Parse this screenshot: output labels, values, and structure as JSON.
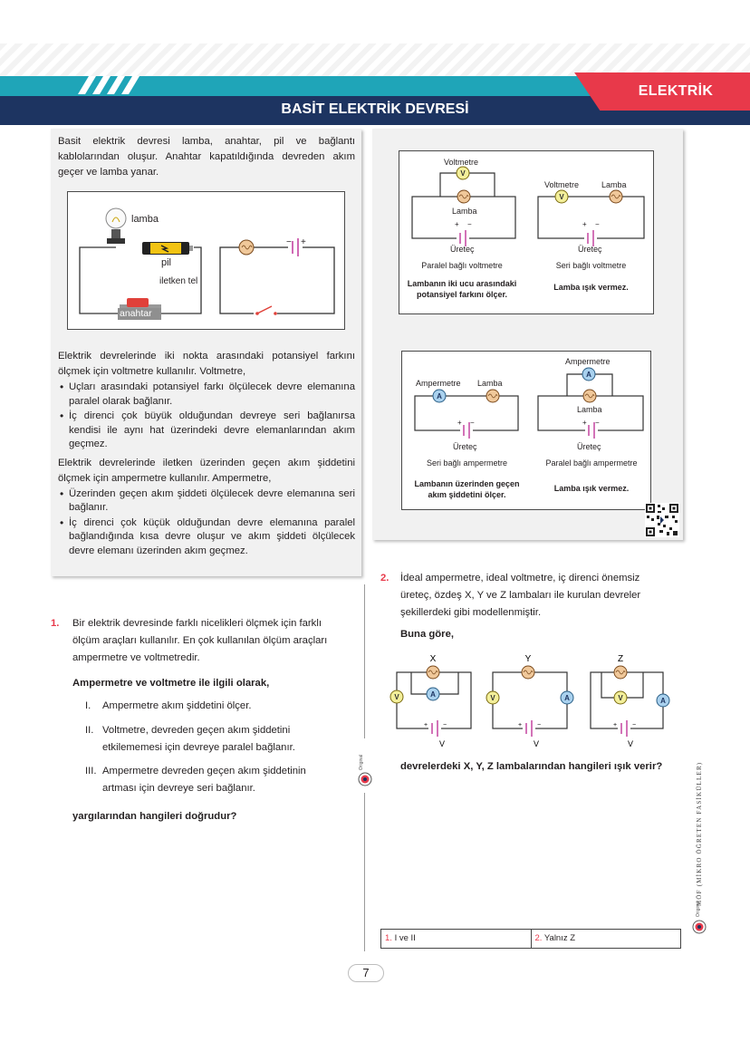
{
  "header": {
    "subject": "ELEKTRİK",
    "title": "BASİT ELEKTRİK DEVRESİ"
  },
  "intro": "Basit elektrik devresi lamba, anahtar, pil ve bağlantı kablolarından oluşur. Anahtar kapatıldığında devreden akım geçer ve lamba yanar.",
  "fig1": {
    "lamba": "lamba",
    "pil": "pil",
    "iletken": "iletken tel",
    "anahtar": "anahtar"
  },
  "voltmeter_text": {
    "intro": "Elektrik devrelerinde iki nokta arasındaki potansiyel farkını ölçmek için voltmetre kullanılır. Voltmetre,",
    "items": [
      "Uçları arasındaki potansiyel farkı ölçülecek devre elemanına paralel olarak bağlanır.",
      "İç direnci çok büyük olduğundan devreye seri bağlanırsa kendisi ile aynı hat üzerindeki devre elemanlarından akım geçmez."
    ]
  },
  "ammeter_text": {
    "intro": "Elektrik devrelerinde iletken üzerinden geçen akım şiddetini ölçmek için ampermetre kullanılır. Ampermetre,",
    "items": [
      "Üzerinden geçen akım şiddeti ölçülecek devre elemanına seri bağlanır.",
      "İç direnci çok küçük olduğundan devre elemanına paralel bağlandığında kısa devre oluşur ve akım şiddeti ölçülecek devre elemanı üzerinden akım geçmez."
    ]
  },
  "vfig": {
    "voltmetre": "Voltmetre",
    "lamba": "Lamba",
    "uretec": "Üreteç",
    "cap_left": "Paralel bağlı voltmetre",
    "cap_right": "Seri bağlı voltmetre",
    "note_left_1": "Lambanın iki ucu arasındaki",
    "note_left_2": "potansiyel farkını ölçer.",
    "note_right": "Lamba ışık vermez."
  },
  "afig": {
    "ampermetre": "Ampermetre",
    "lamba": "Lamba",
    "uretec": "Üreteç",
    "cap_left": "Seri bağlı ampermetre",
    "cap_right": "Paralel bağlı ampermetre",
    "note_left_1": "Lambanın üzerinden geçen",
    "note_left_2": "akım şiddetini ölçer.",
    "note_right": "Lamba ışık vermez."
  },
  "q1": {
    "num": "1.",
    "text": "Bir elektrik devresinde farklı nicelikleri ölçmek için farklı ölçüm araçları kullanılır. En çok kullanılan ölçüm araçları ampermetre ve voltmetredir.",
    "lead": "Ampermetre ve voltmetre ile ilgili olarak,",
    "items": [
      {
        "n": "I.",
        "t": "Ampermetre akım şiddetini ölçer."
      },
      {
        "n": "II.",
        "t": "Voltmetre, devreden geçen akım şiddetini etkilememesi için devreye paralel bağlanır."
      },
      {
        "n": "III.",
        "t": "Ampermetre devreden geçen akım şiddetinin artması için devreye seri bağlanır."
      }
    ],
    "ask": "yargılarından hangileri doğrudur?"
  },
  "q2": {
    "num": "2.",
    "text": "İdeal ampermetre, ideal voltmetre, iç direnci önemsiz üreteç, özdeş X, Y ve Z lambaları ile kurulan devreler şekillerdeki gibi modellenmiştir.",
    "lead": "Buna göre,",
    "labels": [
      "X",
      "Y",
      "Z"
    ],
    "v": "V",
    "a": "A",
    "ask": "devrelerdeki X, Y, Z lambalarından hangileri ışık verir?"
  },
  "answers": [
    {
      "n": "1.",
      "t": "I ve II"
    },
    {
      "n": "2.",
      "t": "Yalnız Z"
    }
  ],
  "page_number": "7",
  "side_text": "MÖF (MİKRO ÖĞRETEN FASİKÜLLER)",
  "brand": "Original",
  "colors": {
    "teal": "#1fa5b8",
    "navy": "#1d3461",
    "red": "#e8394a",
    "meter_v": "#f3ef9a",
    "meter_a": "#a9d1ee",
    "lamp": "#f0c89a"
  }
}
